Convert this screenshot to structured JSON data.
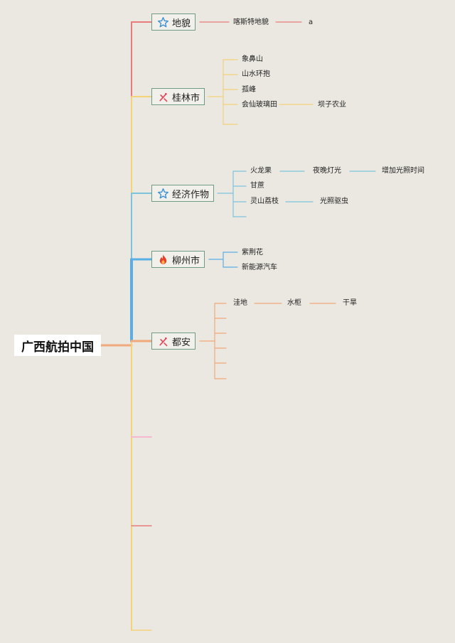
{
  "root": {
    "label": "广西航拍中国"
  },
  "branches": [
    {
      "label": "地貌",
      "icon": "star-icon",
      "color": "#e87c7c",
      "children": [
        {
          "label": "喀斯特地貌",
          "children": [
            {
              "label": "a"
            }
          ]
        }
      ]
    },
    {
      "label": "桂林市",
      "icon": "tools-icon",
      "color": "#f4d27a",
      "children": [
        {
          "label": "象鼻山"
        },
        {
          "label": "山水环抱"
        },
        {
          "label": "孤峰"
        },
        {
          "label": "会仙玻璃田",
          "children": [
            {
              "label": "坝子农业"
            }
          ]
        }
      ]
    },
    {
      "label": "经济作物",
      "icon": "star-icon",
      "color": "#7cc3de",
      "children": [
        {
          "label": "火龙果",
          "children": [
            {
              "label": "夜晚灯光",
              "children": [
                {
                  "label": "增加光照时间"
                }
              ]
            }
          ]
        },
        {
          "label": "甘蔗"
        },
        {
          "label": "灵山荔枝",
          "children": [
            {
              "label": "光照驱虫"
            }
          ]
        },
        {
          "label": ""
        }
      ]
    },
    {
      "label": "柳州市",
      "icon": "fire-icon",
      "color": "#5aaee6",
      "children": [
        {
          "label": "紫荆花"
        },
        {
          "label": "新能源汽车"
        }
      ]
    },
    {
      "label": "都安",
      "icon": "tools-icon",
      "color": "#f0a97a",
      "children": [
        {
          "label": "洼地",
          "children": [
            {
              "label": "水柜",
              "children": [
                {
                  "label": "干旱"
                }
              ]
            }
          ]
        },
        {
          "label": ""
        },
        {
          "label": ""
        },
        {
          "label": ""
        },
        {
          "label": ""
        },
        {
          "label": ""
        }
      ]
    },
    {
      "label": "",
      "color": "#f7b8cf",
      "children": []
    },
    {
      "label": "",
      "color": "#e87c7c",
      "children": []
    },
    {
      "label": "",
      "color": "#f4d27a",
      "children": []
    }
  ]
}
